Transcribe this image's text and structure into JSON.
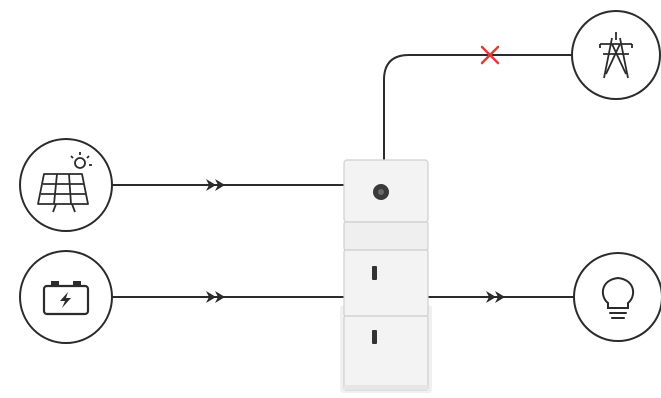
{
  "diagram": {
    "nodes": [
      {
        "id": "solar",
        "icon": "solar-panel-icon"
      },
      {
        "id": "battery",
        "icon": "battery-icon"
      },
      {
        "id": "grid",
        "icon": "power-pylon-icon"
      },
      {
        "id": "load",
        "icon": "light-bulb-icon"
      },
      {
        "id": "storage-unit",
        "icon": "battery-storage-stack-icon"
      }
    ],
    "connections": [
      {
        "from": "solar",
        "to": "storage-unit",
        "marker": "flow-arrows"
      },
      {
        "from": "battery",
        "to": "storage-unit",
        "marker": "flow-arrows"
      },
      {
        "from": "storage-unit",
        "to": "load",
        "marker": "flow-arrows"
      },
      {
        "from": "storage-unit",
        "to": "grid",
        "marker": "disconnected-x"
      }
    ],
    "colors": {
      "line": "#2b2b2b",
      "disconnect": "#e23b3b",
      "unit_body": "#f2f2f2",
      "unit_edge": "#c9c9c9"
    }
  }
}
